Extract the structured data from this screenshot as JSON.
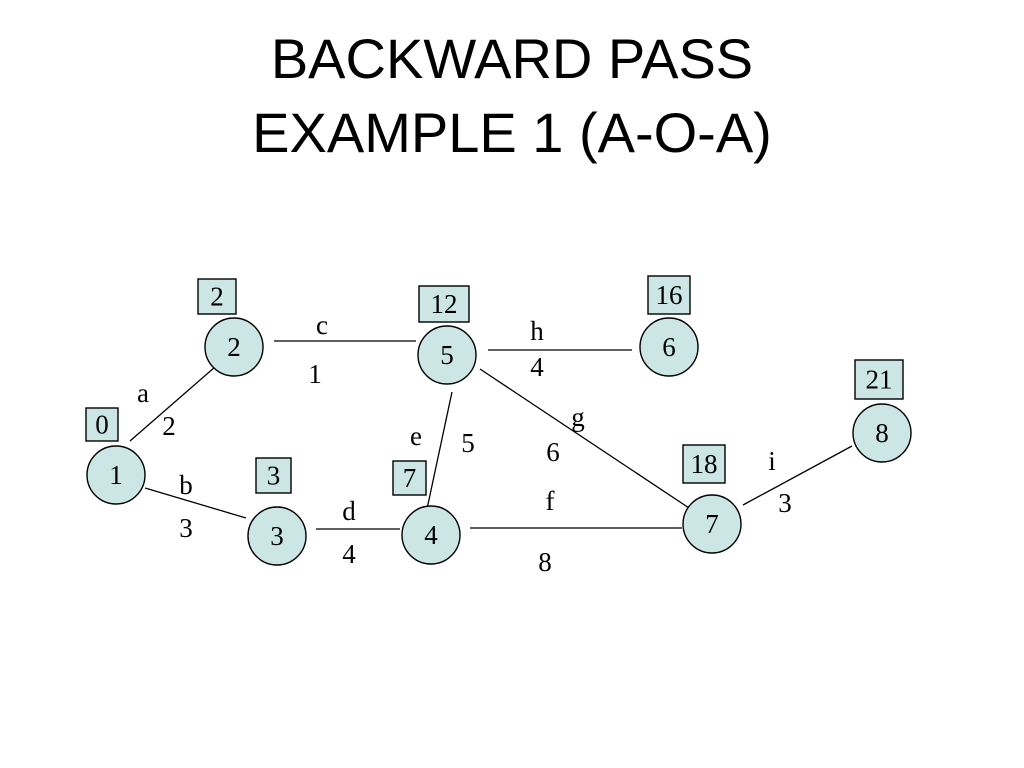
{
  "title": {
    "line1": "BACKWARD PASS",
    "line2": "EXAMPLE 1 (A-O-A)"
  },
  "colors": {
    "node_fill": "#cce6e6",
    "stroke": "#000000"
  },
  "nodes": [
    {
      "id": "1",
      "label": "1",
      "time": "0"
    },
    {
      "id": "2",
      "label": "2",
      "time": "2"
    },
    {
      "id": "3",
      "label": "3",
      "time": "3"
    },
    {
      "id": "4",
      "label": "4",
      "time": "7"
    },
    {
      "id": "5",
      "label": "5",
      "time": "12"
    },
    {
      "id": "6",
      "label": "6",
      "time": "16"
    },
    {
      "id": "7",
      "label": "7",
      "time": "18"
    },
    {
      "id": "8",
      "label": "8",
      "time": "21"
    }
  ],
  "activities": [
    {
      "name": "a",
      "duration": "2",
      "from": "1",
      "to": "2"
    },
    {
      "name": "b",
      "duration": "3",
      "from": "1",
      "to": "3"
    },
    {
      "name": "c",
      "duration": "1",
      "from": "2",
      "to": "5"
    },
    {
      "name": "d",
      "duration": "4",
      "from": "3",
      "to": "4"
    },
    {
      "name": "e",
      "duration": "5",
      "from": "4",
      "to": "5"
    },
    {
      "name": "f",
      "duration": "8",
      "from": "4",
      "to": "7"
    },
    {
      "name": "g",
      "duration": "6",
      "from": "5",
      "to": "7"
    },
    {
      "name": "h",
      "duration": "4",
      "from": "5",
      "to": "6"
    },
    {
      "name": "i",
      "duration": "3",
      "from": "7",
      "to": "8"
    }
  ]
}
